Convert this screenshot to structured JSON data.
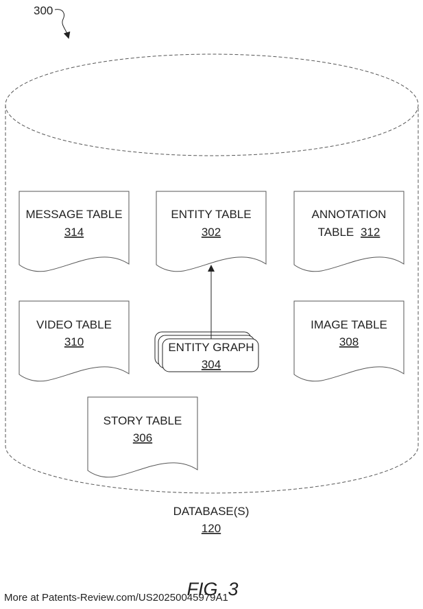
{
  "figure_ref": "300",
  "database": {
    "label": "DATABASE(S)",
    "ref": "120"
  },
  "tables": [
    {
      "line1": "MESSAGE TABLE",
      "line2": "",
      "ref": "314"
    },
    {
      "line1": "ENTITY TABLE",
      "line2": "",
      "ref": "302"
    },
    {
      "line1": "ANNOTATION",
      "line2": "TABLE",
      "ref": "312"
    },
    {
      "line1": "VIDEO TABLE",
      "line2": "",
      "ref": "310"
    },
    {
      "line1": "IMAGE TABLE",
      "line2": "",
      "ref": "308"
    },
    {
      "line1": "STORY TABLE",
      "line2": "",
      "ref": "306"
    }
  ],
  "entity_graph": {
    "label": "ENTITY GRAPH",
    "ref": "304"
  },
  "figure_caption": "FIG. 3",
  "source_note": "More at Patents-Review.com/US20250045979A1"
}
